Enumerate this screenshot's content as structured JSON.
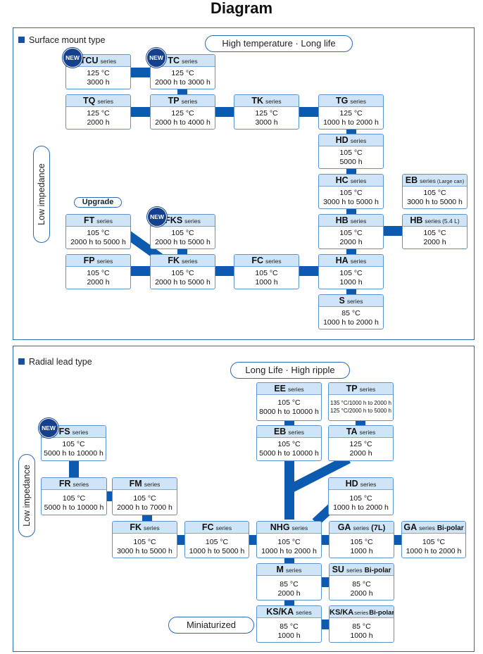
{
  "title": "Diagram",
  "smd": {
    "section_label": "Surface mount type",
    "top_label": "High temperature · Long life",
    "side_label": "Low impedance",
    "upgrade_label": "Upgrade",
    "new_badge": "NEW",
    "boxes": {
      "tcu": {
        "name": "TCU",
        "suffix": "series",
        "line1": "125 °C",
        "line2": "3000 h"
      },
      "tc": {
        "name": "TC",
        "suffix": "series",
        "line1": "125 °C",
        "line2": "2000 h to 3000 h"
      },
      "tq": {
        "name": "TQ",
        "suffix": "series",
        "line1": "125 °C",
        "line2": "2000 h"
      },
      "tp": {
        "name": "TP",
        "suffix": "series",
        "line1": "125 °C",
        "line2": "2000 h to 4000 h"
      },
      "tk": {
        "name": "TK",
        "suffix": "series",
        "line1": "125 °C",
        "line2": "3000 h"
      },
      "tg": {
        "name": "TG",
        "suffix": "series",
        "line1": "125 °C",
        "line2": "1000 h to 2000 h"
      },
      "hd": {
        "name": "HD",
        "suffix": "series",
        "line1": "105 °C",
        "line2": "5000 h"
      },
      "hc": {
        "name": "HC",
        "suffix": "series",
        "line1": "105 °C",
        "line2": "3000 h to 5000 h"
      },
      "eb": {
        "name": "EB",
        "suffix": "series",
        "extra": "(Large can)",
        "line1": "105 °C",
        "line2": "3000 h to 5000 h"
      },
      "hb": {
        "name": "HB",
        "suffix": "series",
        "line1": "105 °C",
        "line2": "2000 h"
      },
      "hb54": {
        "name": "HB",
        "suffix": "series",
        "extra": "(5.4 L)",
        "line1": "105 °C",
        "line2": "2000 h"
      },
      "ft": {
        "name": "FT",
        "suffix": "series",
        "line1": "105 °C",
        "line2": "2000 h to 5000 h"
      },
      "fks": {
        "name": "FKS",
        "suffix": "series",
        "line1": "105 °C",
        "line2": "2000 h to 5000 h"
      },
      "fp": {
        "name": "FP",
        "suffix": "series",
        "line1": "105 °C",
        "line2": "2000 h"
      },
      "fk": {
        "name": "FK",
        "suffix": "series",
        "line1": "105 °C",
        "line2": "2000 h to 5000 h"
      },
      "fc": {
        "name": "FC",
        "suffix": "series",
        "line1": "105 °C",
        "line2": "1000 h"
      },
      "ha": {
        "name": "HA",
        "suffix": "series",
        "line1": "105 °C",
        "line2": "1000 h"
      },
      "s": {
        "name": "S",
        "suffix": "series",
        "line1": "85 °C",
        "line2": "1000 h to 2000 h"
      }
    }
  },
  "radial": {
    "section_label": "Radial lead type",
    "top_label": "Long Life · High ripple",
    "side_label": "Low impedance",
    "bottom_label": "Miniaturized",
    "new_badge": "NEW",
    "boxes": {
      "ee": {
        "name": "EE",
        "suffix": "series",
        "line1": "105 °C",
        "line2": "8000 h to 10000 h"
      },
      "tp": {
        "name": "TP",
        "suffix": "series",
        "line1": "135 °C/1000 h to 2000 h",
        "line2": "125 °C/2000 h to 5000 h"
      },
      "fs": {
        "name": "FS",
        "suffix": "series",
        "line1": "105 °C",
        "line2": "5000 h to 10000 h"
      },
      "eb": {
        "name": "EB",
        "suffix": "series",
        "line1": "105 °C",
        "line2": "5000 h to 10000 h"
      },
      "ta": {
        "name": "TA",
        "suffix": "series",
        "line1": "125 °C",
        "line2": "2000 h"
      },
      "fr": {
        "name": "FR",
        "suffix": "series",
        "line1": "105 °C",
        "line2": "5000 h to 10000 h"
      },
      "fm": {
        "name": "FM",
        "suffix": "series",
        "line1": "105 °C",
        "line2": "2000 h to 7000 h"
      },
      "hd": {
        "name": "HD",
        "suffix": "series",
        "line1": "105 °C",
        "line2": "1000 h to 2000 h"
      },
      "fk": {
        "name": "FK",
        "suffix": "series",
        "line1": "105 °C",
        "line2": "3000 h to 5000 h"
      },
      "fc": {
        "name": "FC",
        "suffix": "series",
        "line1": "105 °C",
        "line2": "1000 h to 5000 h"
      },
      "nhg": {
        "name": "NHG",
        "suffix": "series",
        "line1": "105 °C",
        "line2": "1000 h to 2000 h"
      },
      "ga7l": {
        "name": "GA",
        "suffix": "series",
        "extra": "(7L)",
        "line1": "105 °C",
        "line2": "1000 h"
      },
      "gabp": {
        "name": "GA",
        "suffix": "series",
        "extra": "Bi-polar",
        "line1": "105 °C",
        "line2": "1000 h to 2000 h"
      },
      "m": {
        "name": "M",
        "suffix": "series",
        "line1": "85 °C",
        "line2": "2000 h"
      },
      "su": {
        "name": "SU",
        "suffix": "series",
        "extra": "Bi-polar",
        "line1": "85 °C",
        "line2": "2000 h"
      },
      "kska": {
        "name": "KS/KA",
        "suffix": "series",
        "line1": "85 °C",
        "line2": "1000 h"
      },
      "kskabp": {
        "name": "KS/KA",
        "suffix": "series",
        "extra": "Bi-polar",
        "line1": "85 °C",
        "line2": "1000 h"
      }
    }
  }
}
